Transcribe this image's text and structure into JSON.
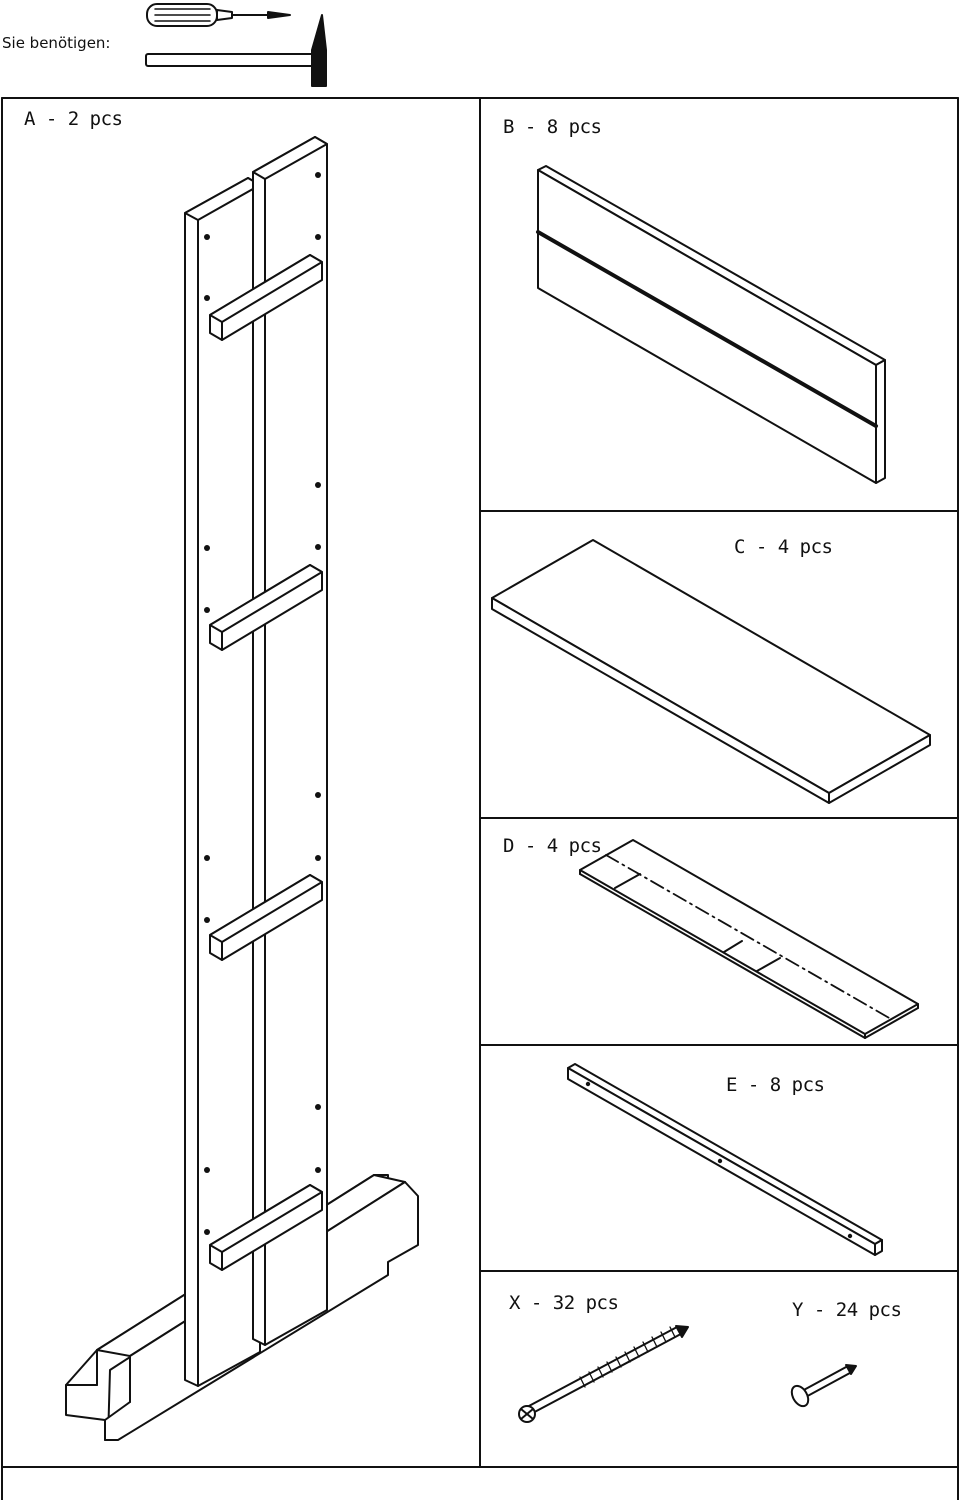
{
  "header": {
    "needs_label": "Sie benötigen:"
  },
  "tools": [
    {
      "icon": "screwdriver-icon"
    },
    {
      "icon": "hammer-icon"
    }
  ],
  "parts": [
    {
      "id": "A",
      "label": "A - 2 pcs"
    },
    {
      "id": "B",
      "label": "B - 8 pcs"
    },
    {
      "id": "C",
      "label": "C - 4 pcs"
    },
    {
      "id": "D",
      "label": "D - 4 pcs"
    },
    {
      "id": "E",
      "label": "E - 8 pcs"
    },
    {
      "id": "X",
      "label": "X - 32 pcs"
    },
    {
      "id": "Y",
      "label": "Y - 24 pcs"
    }
  ],
  "colors": {
    "line": "#111111",
    "background": "#ffffff"
  }
}
